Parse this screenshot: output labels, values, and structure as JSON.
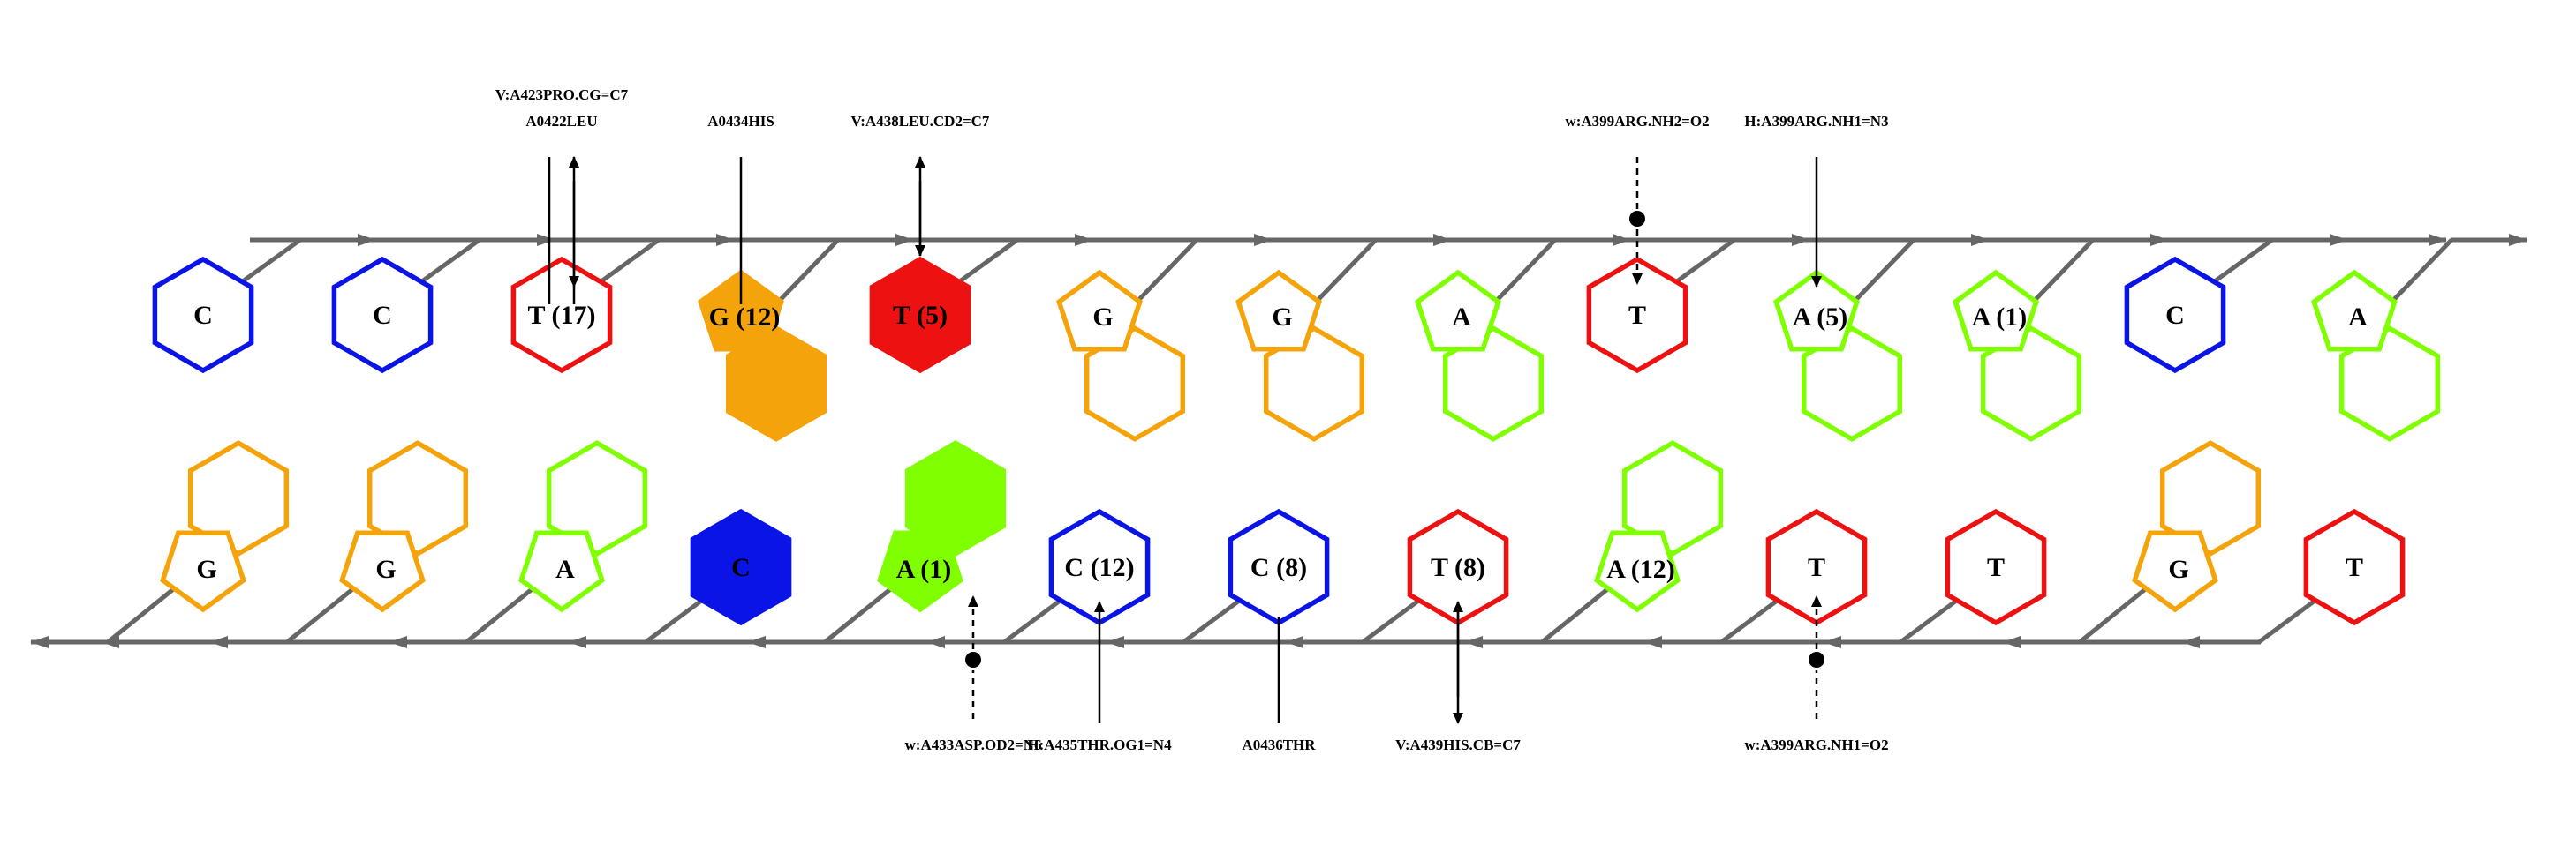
{
  "colors": {
    "C": "#0a14e6",
    "G": "#f5a30a",
    "A": "#7fff00",
    "T": "#ee1111",
    "backbone": "#666666",
    "ink": "#000000"
  },
  "top_strand": [
    {
      "base": "C",
      "label": "C",
      "shape": "hexagon",
      "filled": false
    },
    {
      "base": "C",
      "label": "C",
      "shape": "hexagon",
      "filled": false
    },
    {
      "base": "T",
      "label": "T (17)",
      "shape": "hexagon",
      "filled": false
    },
    {
      "base": "G",
      "label": "G (12)",
      "shape": "purine",
      "filled": true
    },
    {
      "base": "T",
      "label": "T (5)",
      "shape": "hexagon",
      "filled": true
    },
    {
      "base": "G",
      "label": "G",
      "shape": "purine",
      "filled": false
    },
    {
      "base": "G",
      "label": "G",
      "shape": "purine",
      "filled": false
    },
    {
      "base": "A",
      "label": "A",
      "shape": "purine",
      "filled": false
    },
    {
      "base": "T",
      "label": "T",
      "shape": "hexagon",
      "filled": false
    },
    {
      "base": "A",
      "label": "A (5)",
      "shape": "purine",
      "filled": false
    },
    {
      "base": "A",
      "label": "A (1)",
      "shape": "purine",
      "filled": false
    },
    {
      "base": "C",
      "label": "C",
      "shape": "hexagon",
      "filled": false
    },
    {
      "base": "A",
      "label": "A",
      "shape": "purine",
      "filled": false
    }
  ],
  "bottom_strand": [
    {
      "base": "G",
      "label": "G",
      "shape": "purine",
      "filled": false
    },
    {
      "base": "G",
      "label": "G",
      "shape": "purine",
      "filled": false
    },
    {
      "base": "A",
      "label": "A",
      "shape": "purine",
      "filled": false
    },
    {
      "base": "C",
      "label": "C",
      "shape": "hexagon",
      "filled": true
    },
    {
      "base": "A",
      "label": "A (1)",
      "shape": "purine",
      "filled": true
    },
    {
      "base": "C",
      "label": "C (12)",
      "shape": "hexagon",
      "filled": false
    },
    {
      "base": "C",
      "label": "C (8)",
      "shape": "hexagon",
      "filled": false
    },
    {
      "base": "T",
      "label": "T (8)",
      "shape": "hexagon",
      "filled": false
    },
    {
      "base": "A",
      "label": "A (12)",
      "shape": "purine",
      "filled": false
    },
    {
      "base": "T",
      "label": "T",
      "shape": "hexagon",
      "filled": false
    },
    {
      "base": "T",
      "label": "T",
      "shape": "hexagon",
      "filled": false
    },
    {
      "base": "G",
      "label": "G",
      "shape": "purine",
      "filled": false
    },
    {
      "base": "T",
      "label": "T",
      "shape": "hexagon",
      "filled": false
    }
  ],
  "annotations": [
    {
      "strand": "top",
      "position": 2,
      "labels": [
        "V:A423PRO.CG=C7",
        "A0422LEU"
      ],
      "type": "contact-pair"
    },
    {
      "strand": "top",
      "position": 3,
      "labels": [
        "A0434HIS"
      ],
      "type": "line"
    },
    {
      "strand": "top",
      "position": 4,
      "labels": [
        "V:A438LEU.CD2=C7"
      ],
      "type": "double-arrow"
    },
    {
      "strand": "top",
      "position": 8,
      "labels": [
        "w:A399ARG.NH2=O2"
      ],
      "type": "water-dashed"
    },
    {
      "strand": "top",
      "position": 9,
      "labels": [
        "H:A399ARG.NH1=N3"
      ],
      "type": "arrow"
    },
    {
      "strand": "bottom",
      "position": 4,
      "labels": [
        "w:A433ASP.OD2=N6"
      ],
      "type": "water-dashed"
    },
    {
      "strand": "bottom",
      "position": 5,
      "labels": [
        "H:A435THR.OG1=N4"
      ],
      "type": "arrow"
    },
    {
      "strand": "bottom",
      "position": 6,
      "labels": [
        "A0436THR"
      ],
      "type": "line"
    },
    {
      "strand": "bottom",
      "position": 7,
      "labels": [
        "V:A439HIS.CB=C7"
      ],
      "type": "double-arrow"
    },
    {
      "strand": "bottom",
      "position": 9,
      "labels": [
        "w:A399ARG.NH1=O2"
      ],
      "type": "water-dashed"
    }
  ]
}
